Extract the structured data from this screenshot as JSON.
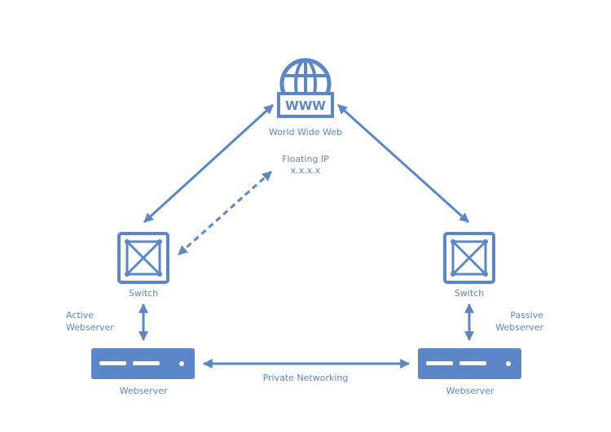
{
  "accent_color": "#5b86c7",
  "internet": {
    "icon": "globe-www-icon",
    "badge_text": "WWW",
    "label": "World Wide Web"
  },
  "floating_ip": {
    "title": "Floating IP",
    "address": "x.x.x.x"
  },
  "left_switch": {
    "icon": "network-switch-icon",
    "label": "Switch"
  },
  "right_switch": {
    "icon": "network-switch-icon",
    "label": "Switch"
  },
  "left_role": {
    "line1": "Active",
    "line2": "Webserver"
  },
  "right_role": {
    "line1": "Passive",
    "line2": "Webserver"
  },
  "left_server": {
    "icon": "server-icon",
    "label": "Webserver"
  },
  "right_server": {
    "icon": "server-icon",
    "label": "Webserver"
  },
  "private_link": {
    "label": "Private Networking"
  }
}
